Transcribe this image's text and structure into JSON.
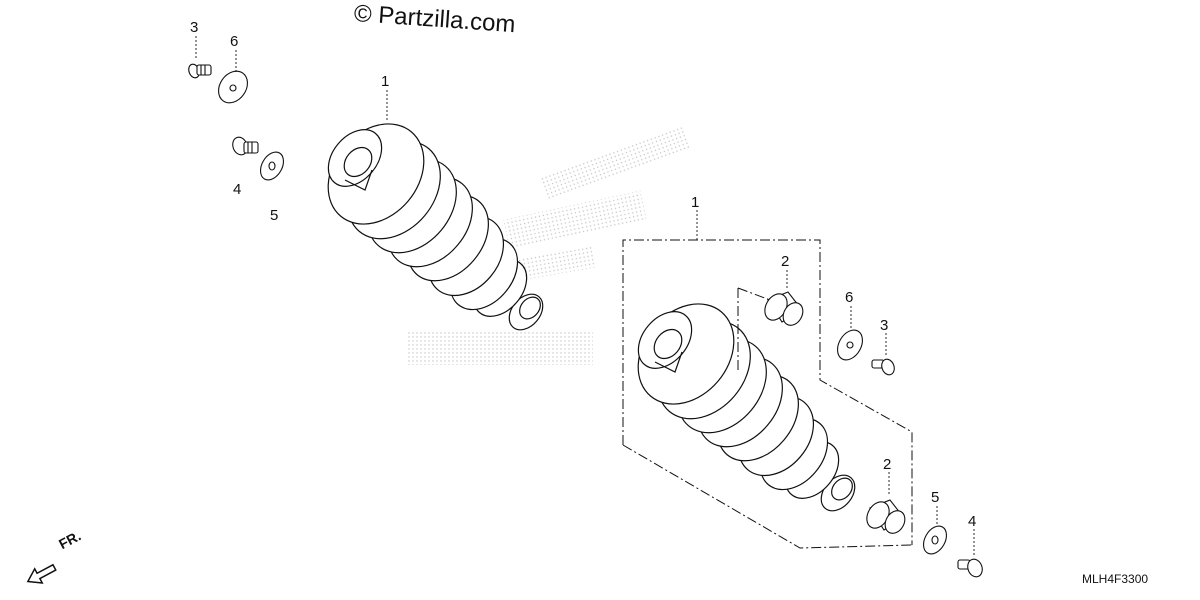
{
  "watermark": "© Partzilla.com",
  "diagram_code": "MLH4F3300",
  "direction_label": "FR.",
  "callouts": {
    "left_shock": "1",
    "right_shock": "1",
    "bushing_upper": "2",
    "bushing_lower": "2",
    "bolt_top_left": "3",
    "bolt_right": "3",
    "nut_left": "4",
    "nut_right": "4",
    "washer_left": "5",
    "washer_right": "5",
    "cap_top_left": "6",
    "cap_right": "6"
  },
  "colors": {
    "line": "#111111",
    "background": "#ffffff",
    "stipple": "#d0d0d0"
  },
  "icons": {
    "front_direction": "front-direction-arrow-icon"
  }
}
